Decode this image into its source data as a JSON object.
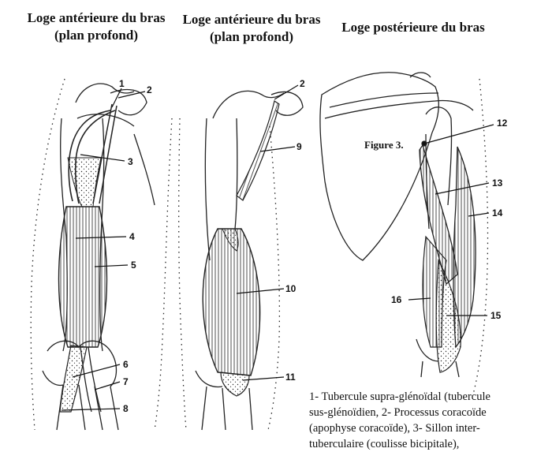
{
  "titles": {
    "panel1": [
      "Loge antérieure du bras",
      "(plan profond)"
    ],
    "panel2": [
      "Loge antérieure du bras",
      "(plan profond)"
    ],
    "panel3": [
      "Loge postérieure du bras"
    ]
  },
  "figure_label": "Figure 3.",
  "callouts": {
    "panel1": [
      "1",
      "2",
      "3",
      "4",
      "5",
      "6",
      "7",
      "8"
    ],
    "panel2": [
      "2",
      "9",
      "10",
      "11"
    ],
    "panel3": [
      "12",
      "13",
      "14",
      "15",
      "16"
    ]
  },
  "caption": [
    "1- Tubercule supra-glénoïdal (tubercule",
    "sus-glénoïdien, 2- Processus coracoïde",
    "(apophyse coracoïde), 3- Sillon inter-",
    "tuberculaire (coulisse bicipitale),"
  ]
}
